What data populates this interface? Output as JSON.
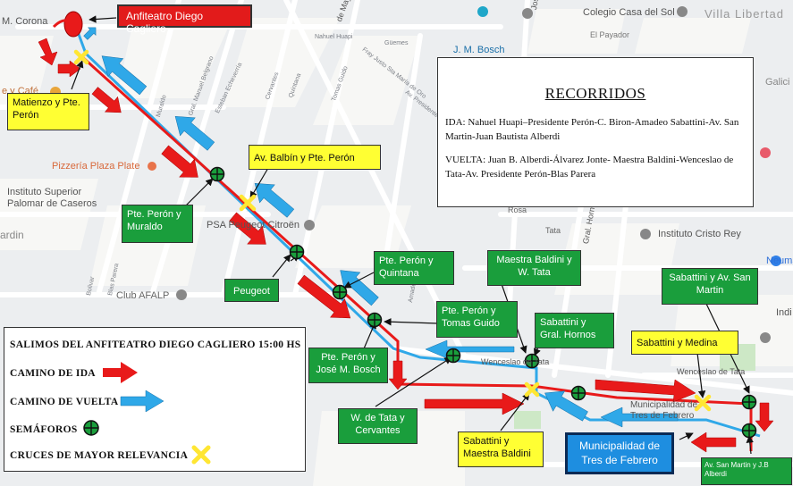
{
  "routes_box": {
    "title": "RECORRIDOS",
    "ida": "IDA: Nahuel Huapi–Presidente Perón-C. Biron-Amadeo Sabattini-Av. San Martin-Juan Bautista Alberdi",
    "vuelta": "VUELTA: Juan B. Alberdi-Álvarez Jonte- Maestra Baldini-Wenceslao de Tata-Av. Presidente Perón-Blas Parera"
  },
  "legend": {
    "title": "SALIMOS DEL ANFITEATRO DIEGO CAGLIERO 15:00 HS",
    "ida": "CAMINO DE IDA",
    "vuelta": "CAMINO DE VUELTA",
    "semaforos": "SEMÁFOROS",
    "cruces": "CRUCES DE MAYOR RELEVANCIA"
  },
  "labels": {
    "anfiteatro": "Anfiteatro Diego Cagliero",
    "matienzo": "Matienzo y Pte. Perón",
    "balbin": "Av. Balbín y Pte. Perón",
    "muraldo": "Pte. Perón y Muraldo",
    "peugeot": "Peugeot",
    "quintana": "Pte. Perón y Quintana",
    "baldini_tata": "Maestra Baldini y W. Tata",
    "tomas_guido": "Pte. Perón y Tomas Guido",
    "sabattini_hornos": "Sabattini y Gral. Hornos",
    "sabattini_sanmartin": "Sabattini y Av. San Martin",
    "sabattini_medina": "Sabattini y Medina",
    "jose_bosch": "Pte. Perón y José M. Bosch",
    "tata_cervantes": "W. de Tata y Cervantes",
    "sabattini_baldini": "Sabattini y Maestra Baldini",
    "municipalidad": "Municipalidad de Tres de Febrero",
    "sanmartin_alberdi": "Av. San Martin y J.B Alberdi"
  },
  "pois": {
    "colegio": "Colegio Casa del Sol",
    "villa": "Villa Libertad",
    "payador": "El Payador",
    "bosch_station": "J. M. Bosch",
    "pizzeria": "Pizzería Plaza Plate",
    "instituto": "Instituto Superior Palomar de Caseros",
    "psa": "PSA Peugeot Citroën",
    "club": "Club AFALP",
    "cristo": "Instituto Cristo Rey",
    "municipalidad_map": "Municipalidad de Tres de Febrero",
    "coronado": "M. Corona",
    "cafe": "e y Café",
    "neuma": "Neuma",
    "indi": "Indi",
    "galicia": "Galici",
    "rosa": "Rosa",
    "tata_st": "Tata",
    "wenceslao": "Wenceslao de Tata",
    "wenceslao2": "Wenceslao de Tata",
    "jose_st": "José",
    "mayo": "de Mayo",
    "gral_hornos": "Gral. Hornos",
    "nardin": "ardin"
  },
  "streets": {
    "s1": "Nahuel Huapi",
    "s2": "Güemes",
    "s3": "Fray Justo Sta María de Oro",
    "s4": "Av. Presidente Perón",
    "s5": "Amadeo Sabattini",
    "s6": "Cervantes",
    "s7": "Quintana",
    "s8": "Tomas Guido",
    "s9": "Bolivar",
    "s10": "Blas Parera",
    "s11": "Esteban Echeverría",
    "s12": "Gral. Manuel Belgrano",
    "s13": "Muraldo"
  },
  "colors": {
    "ida": "#e81a1a",
    "vuelta": "#2fa8e8",
    "semaforo": "#1a9e3c",
    "cruce": "#ffe633",
    "label_green": "#1a9e3c",
    "label_yellow": "#ffff33"
  }
}
